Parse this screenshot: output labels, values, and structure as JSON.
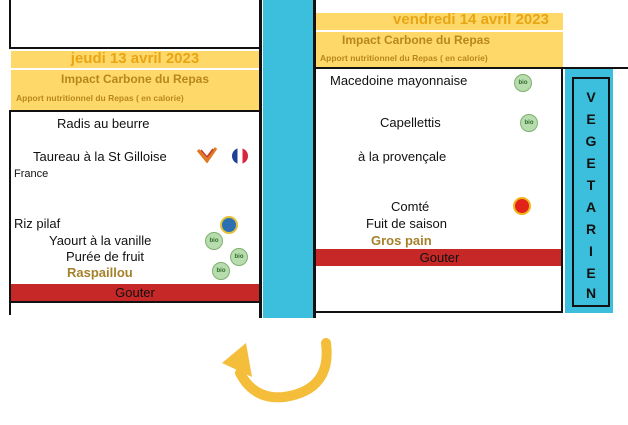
{
  "thursday": {
    "date": "jeudi 13 avril 2023",
    "impact_label": "Impact Carbone du Repas",
    "apport_label": "Apport nutritionnel du Repas ( en calorie)",
    "items": {
      "radis": "Radis au beurre",
      "taureau": "Taureau à la St Gilloise",
      "france": "France",
      "riz": "Riz pilaf",
      "yaourt": "Yaourt à la vanille",
      "puree": "Purée de fruit",
      "raspaillou": "Raspaillou"
    },
    "gouter": "Gouter"
  },
  "friday": {
    "date": "vendredi 14 avril 2023",
    "impact_label": "Impact Carbone du Repas",
    "apport_label": "Apport nutritionnel du Repas ( en calorie)",
    "items": {
      "macedoine": "Macedoine mayonnaise",
      "capellettis": "Capellettis",
      "provencale": "à la provençale",
      "comte": "Comté",
      "fruit": "Fuit de saison",
      "gros_pain": "Gros pain"
    },
    "gouter": "Gouter"
  },
  "vegetarien": [
    "V",
    "E",
    "G",
    "E",
    "T",
    "A",
    "R",
    "I",
    "E",
    "N"
  ],
  "icons": {
    "bio": "bio-label-icon",
    "label_rouge": "label-rouge-icon",
    "aop": "aop-icon",
    "flag": "france-flag-icon",
    "arrow": "curved-arrow-icon"
  },
  "colors": {
    "accent_teal": "#3bbfdc",
    "header_yellow": "#ffd86a",
    "gouter_red": "#c62828",
    "date_text": "#e8a514"
  }
}
